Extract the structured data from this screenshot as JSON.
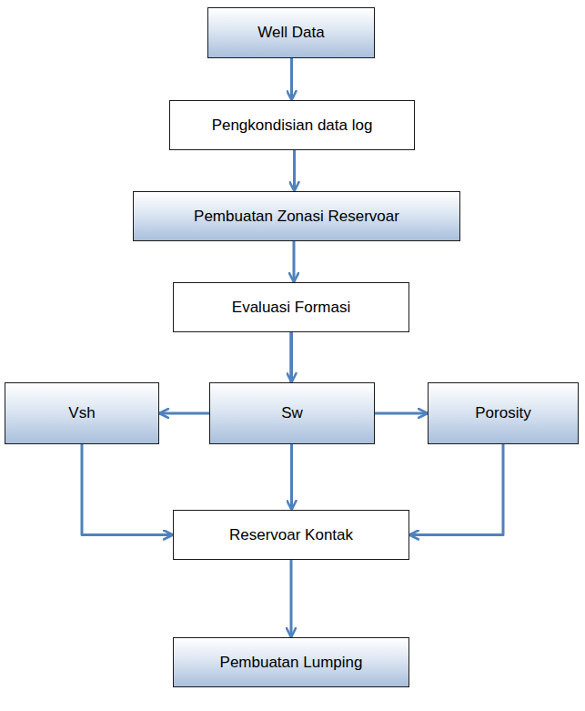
{
  "diagram": {
    "nodes": [
      {
        "text": [
          "Well Data"
        ]
      },
      {
        "text": [
          "Pengkondisian data log"
        ]
      },
      {
        "text": [
          "Pembuatan Zonasi Reservoar"
        ]
      },
      {
        "text": [
          "Evaluasi Formasi"
        ]
      },
      {
        "text": [
          "Vsh"
        ]
      },
      {
        "text": [
          "Sw"
        ]
      },
      {
        "text": [
          "Porosity"
        ]
      },
      {
        "text": [
          "Reservoar Kontak"
        ]
      },
      {
        "text": [
          "Pembuatan Lumping"
        ]
      }
    ],
    "edges": [
      {
        "from": 0,
        "to": 1,
        "arrow": "to"
      },
      {
        "from": 1,
        "to": 2,
        "arrow": "to"
      },
      {
        "from": 2,
        "to": 3,
        "arrow": "to"
      },
      {
        "from": 3,
        "to": 4,
        "arrow": "to"
      },
      {
        "from": 3,
        "to": 5,
        "arrow": "to"
      },
      {
        "from": 3,
        "to": 6,
        "arrow": "to"
      },
      {
        "from": 4,
        "to": 7,
        "arrow": "to"
      },
      {
        "from": 5,
        "to": 7,
        "arrow": "to"
      },
      {
        "from": 6,
        "to": 7,
        "arrow": "to"
      },
      {
        "from": 7,
        "to": 8,
        "arrow": "to"
      }
    ]
  }
}
